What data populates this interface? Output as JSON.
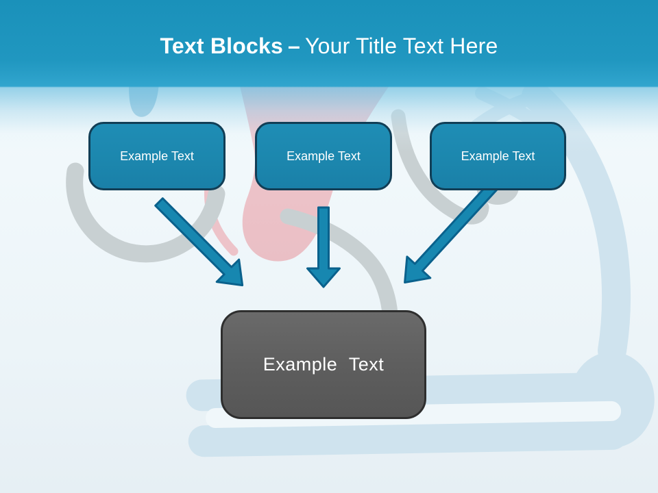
{
  "slide": {
    "title": {
      "bold": "Text Blocks",
      "dash": "–",
      "regular": "Your Title Text Here"
    },
    "blocks": [
      {
        "label": "Example Text"
      },
      {
        "label": "Example Text"
      },
      {
        "label": "Example Text"
      }
    ],
    "result": {
      "label": "Example Text"
    },
    "watermark": {
      "description": "faded illustration of a runner on a treadmill"
    },
    "colors": {
      "header_top": "#1a91ba",
      "header_bottom": "#31a5ce",
      "block_fill": "#1c87ae",
      "block_border": "#113e56",
      "arrow_fill": "#1787b0",
      "arrow_outline": "#0a618c",
      "result_fill": "#5e5e5e",
      "result_border": "#2e2e2e",
      "text": "#ffffff",
      "watermark_gray": "#c8d0d2",
      "watermark_blue": "#cfe3ee",
      "watermark_pink": "#edc3c9"
    }
  }
}
